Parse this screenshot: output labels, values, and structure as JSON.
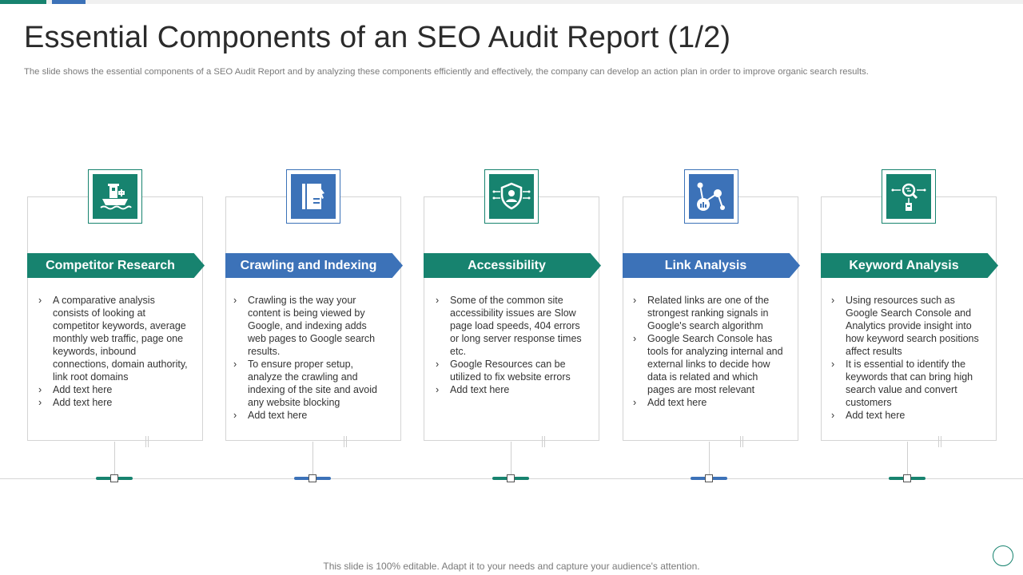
{
  "slide": {
    "title": "Essential Components of an SEO Audit Report (1/2)",
    "subtitle": "The slide shows the essential components of a SEO Audit Report and by analyzing these components efficiently and effectively, the company can develop an action plan in order to improve organic search results.",
    "footer": "This slide is 100% editable. Adapt it to your needs and capture your audience's attention."
  },
  "colors": {
    "green": "#17836f",
    "blue": "#3c72b8"
  },
  "components": [
    {
      "heading": "Competitor Research",
      "icon": "ship-trophy-icon",
      "accent": "green",
      "bullets": [
        "A comparative analysis consists of looking at competitor keywords, average monthly web traffic, page one keywords, inbound connections, domain authority, link root domains",
        "Add text here",
        "Add text here"
      ]
    },
    {
      "heading": "Crawling and Indexing",
      "icon": "document-pointer-icon",
      "accent": "blue",
      "bullets": [
        "Crawling is the way your content is being viewed by Google, and indexing adds web pages to Google search results.",
        "To ensure proper setup, analyze the crawling and indexing of the site and avoid any website blocking",
        "Add text here"
      ]
    },
    {
      "heading": "Accessibility",
      "icon": "shield-user-icon",
      "accent": "green",
      "bullets": [
        "Some of the common site accessibility issues are Slow page load speeds, 404 errors or long server response times etc.",
        "Google Resources can be utilized to fix website errors",
        "Add text here"
      ]
    },
    {
      "heading": "Link Analysis",
      "icon": "network-chart-icon",
      "accent": "blue",
      "bullets": [
        "Related links are one of the strongest ranking signals in Google's search algorithm",
        "Google Search Console has tools for analyzing internal and external links to decide how data is related and which pages are most relevant",
        "Add text here"
      ]
    },
    {
      "heading": "Keyword Analysis",
      "icon": "magnifier-tag-icon",
      "accent": "green",
      "bullets": [
        "Using resources such as Google Search Console and Analytics provide insight into how keyword search positions affect results",
        "It is essential to identify the keywords that can bring high search value and convert customers",
        "Add text here"
      ]
    }
  ]
}
